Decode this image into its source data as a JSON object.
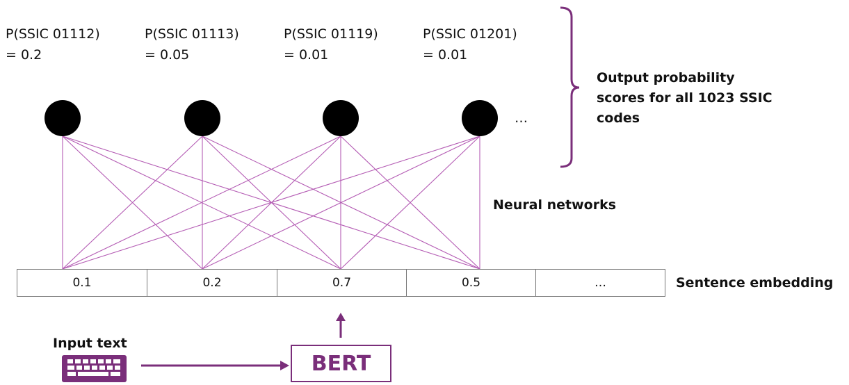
{
  "outputs": [
    {
      "label": "P(SSIC 01112)",
      "value": "= 0.2"
    },
    {
      "label": "P(SSIC 01113)",
      "value": "= 0.05"
    },
    {
      "label": "P(SSIC 01119)",
      "value": "= 0.01"
    },
    {
      "label": "P(SSIC 01201)",
      "value": "= 0.01"
    }
  ],
  "ellipsis": "…",
  "brace_label": "Output probability scores for all 1023 SSIC codes",
  "brace_label_lines": [
    "Output probability",
    "scores for all 1023 SSIC",
    "codes"
  ],
  "network_label": "Neural networks",
  "embedding": {
    "label": "Sentence embedding",
    "cells": [
      "0.1",
      "0.2",
      "0.7",
      "0.5",
      "…"
    ]
  },
  "input_label": "Input text",
  "bert_label": "BERT",
  "icons": [
    "keyboard-icon"
  ],
  "colors": {
    "purple": "#7a2e7a",
    "line": "#b45cb4",
    "node": "#000000"
  }
}
